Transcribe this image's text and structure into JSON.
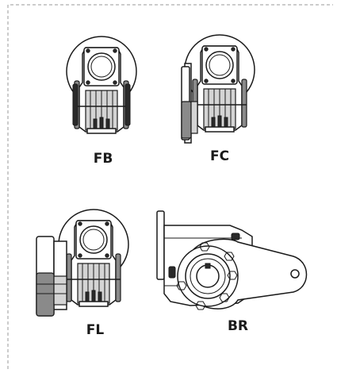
{
  "variants": [
    {
      "id": "FB",
      "label": "FB"
    },
    {
      "id": "FC",
      "label": "FC"
    },
    {
      "id": "FL",
      "label": "FL"
    },
    {
      "id": "BR",
      "label": "BR"
    }
  ]
}
